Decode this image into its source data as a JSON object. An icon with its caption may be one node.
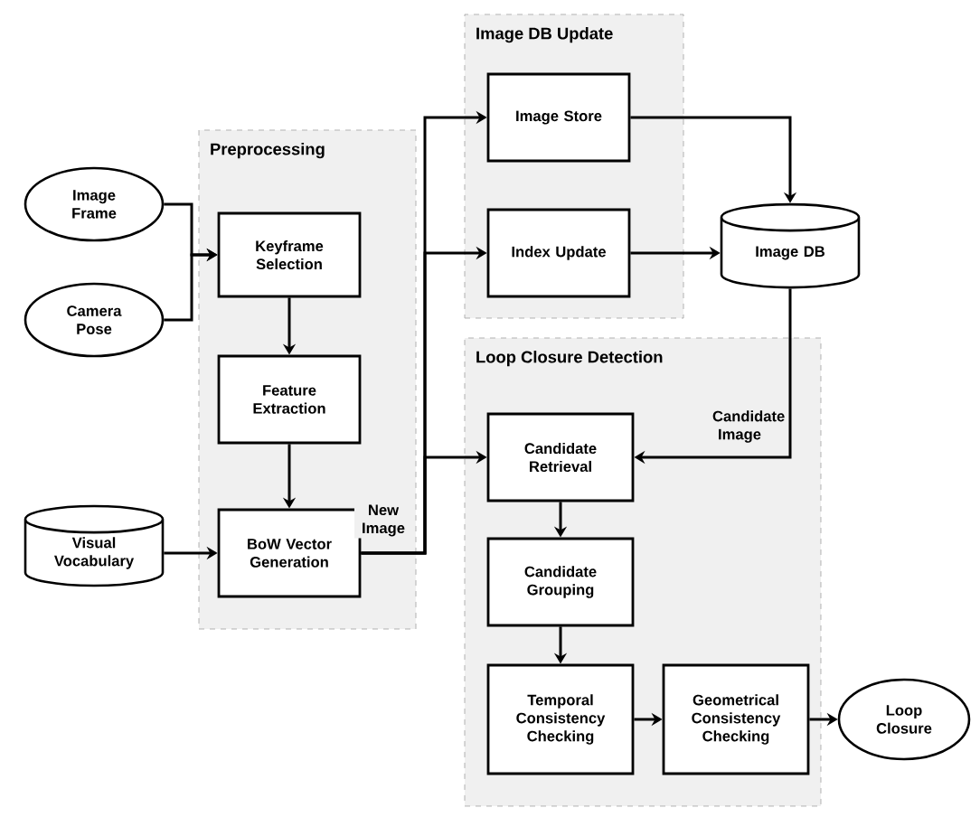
{
  "diagram": {
    "nodes": [
      {
        "text": [
          "Image Frame"
        ]
      },
      {
        "text": [
          "Camera Pose"
        ]
      },
      {
        "text": [
          "Visual Vocabulary"
        ]
      },
      {
        "text": [
          "Preprocessing"
        ]
      },
      {
        "text": [
          "Keyframe Selection"
        ],
        "in": 3
      },
      {
        "text": [
          "Feature Extraction"
        ],
        "in": 3
      },
      {
        "text": [
          "BoW Vector Generation"
        ],
        "in": 3
      },
      {
        "text": [
          "Image DB Update"
        ]
      },
      {
        "text": [
          "Image Store"
        ],
        "in": 7
      },
      {
        "text": [
          "Index Update"
        ],
        "in": 7
      },
      {
        "text": [
          "Image DB"
        ]
      },
      {
        "text": [
          "Loop Closure Detection"
        ]
      },
      {
        "text": [
          "Candidate Retrieval"
        ],
        "in": 11
      },
      {
        "text": [
          "Candidate Grouping"
        ],
        "in": 11
      },
      {
        "text": [
          "Temporal Consistency Checking"
        ],
        "in": 11
      },
      {
        "text": [
          "Geometrical Consistency Checking"
        ],
        "in": 11
      },
      {
        "text": [
          "Loop Closure"
        ]
      }
    ],
    "edges": [
      {
        "from": 0,
        "to": 4,
        "arrow": "to"
      },
      {
        "from": 1,
        "to": 4,
        "arrow": "to"
      },
      {
        "from": 2,
        "to": 6,
        "arrow": "to"
      },
      {
        "from": 4,
        "to": 5,
        "arrow": "to"
      },
      {
        "from": 5,
        "to": 6,
        "arrow": "to"
      },
      {
        "from": 6,
        "to": 8,
        "arrow": "to"
      },
      {
        "from": 6,
        "to": 9,
        "arrow": "to"
      },
      {
        "from": 6,
        "to": 12,
        "arrow": "to",
        "label": "New Image"
      },
      {
        "from": 8,
        "to": 10,
        "arrow": "to"
      },
      {
        "from": 9,
        "to": 10,
        "arrow": "to"
      },
      {
        "from": 10,
        "to": 12,
        "arrow": "to",
        "label": "Candidate Image"
      },
      {
        "from": 12,
        "to": 13,
        "arrow": "to"
      },
      {
        "from": 13,
        "to": 14,
        "arrow": "to"
      },
      {
        "from": 14,
        "to": 15,
        "arrow": "to"
      },
      {
        "from": 15,
        "to": 16,
        "arrow": "to"
      }
    ]
  }
}
